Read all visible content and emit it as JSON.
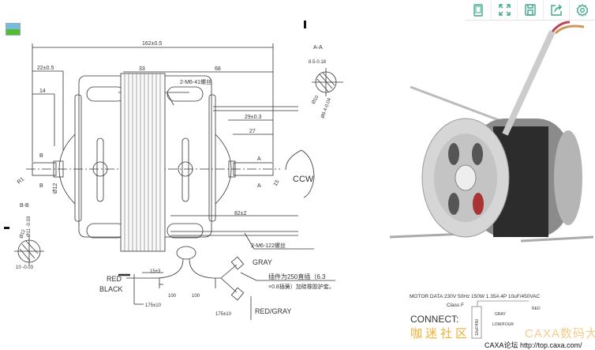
{
  "toolbar": {
    "buttons": [
      {
        "name": "tablet-view",
        "icon": "tablet-icon"
      },
      {
        "name": "fullscreen",
        "icon": "expand-icon"
      },
      {
        "name": "save",
        "icon": "save-icon"
      },
      {
        "name": "share",
        "icon": "share-icon"
      },
      {
        "name": "settings",
        "icon": "gear-icon"
      }
    ],
    "accent": "#3aa88a"
  },
  "drawing": {
    "dims": {
      "overall": "162±0.5",
      "d22": "22±0.5",
      "d14": "14",
      "d33": "33",
      "d68": "68",
      "d29": "29±0.3",
      "d27": "27",
      "d82": "82±2",
      "screw_top": "2-M6-41螺丝",
      "screw_bottom": "2-M6-122螺丝",
      "dia12": "Ø12",
      "r1": "R1",
      "r15": "15"
    },
    "section_a": "A-A",
    "section_b": "B-B",
    "mark_a": "A",
    "mark_b": "B",
    "rotation": "CCW",
    "sec_a_dims": [
      "8.5-0.18",
      "Ø10",
      "Ø9.4-0.04"
    ],
    "sec_b_dims": [
      "Ø11 -0.03",
      "Ø12",
      "10 -0.03"
    ],
    "wires": {
      "red": "RED",
      "black": "BLACK",
      "gray": "GRAY",
      "red_gray": "RED/GRAY",
      "d15": "15±3",
      "d100a": "100",
      "d100b": "100",
      "d175a": "175±10",
      "d175b": "175±10",
      "note1": "插件为250直插（6.3",
      "note2": "×0.8插簧）加硅橡胶护套。"
    }
  },
  "motor_photo": {
    "data_line": "MOTOR DATA:230V 50Hz 150W 1.35A 4P 10uF/450VAC",
    "class": "Class F",
    "connect": "CONNECT:",
    "wire_gray": "GRAY",
    "wire_low": "LOW/FOUR",
    "wire_red": "RED",
    "cap": "10uF/450"
  },
  "watermark": {
    "left": "咖迷社区",
    "center": "CAXA论坛 http://top.caxa.com/",
    "right": "CAXA数码大方"
  }
}
